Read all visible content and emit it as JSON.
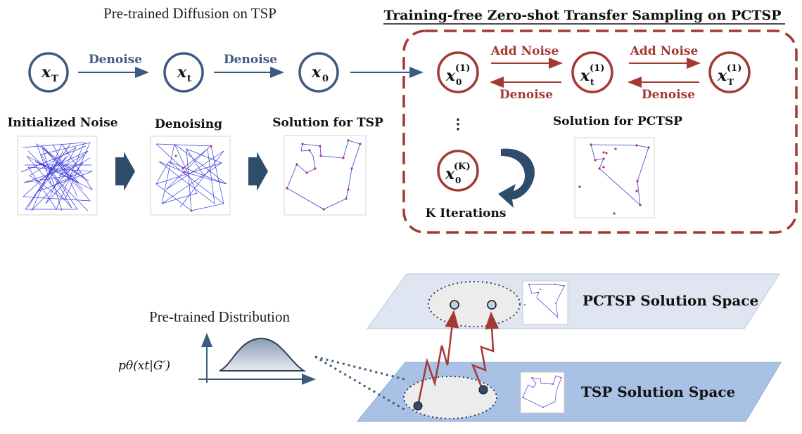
{
  "top": {
    "left_title": "Pre-trained Diffusion on TSP",
    "right_title": "Training-free Zero-shot Transfer Sampling on PCTSP"
  },
  "nodes": {
    "xT": {
      "base": "x",
      "sub": "T"
    },
    "xt": {
      "base": "x",
      "sub": "t"
    },
    "x0": {
      "base": "x",
      "sub": "0"
    },
    "x0_1": {
      "base": "x",
      "sub": "0",
      "sup": "(1)"
    },
    "xt_1": {
      "base": "x",
      "sub": "t",
      "sup": "(1)"
    },
    "xT_1": {
      "base": "x",
      "sub": "T",
      "sup": "(1)"
    },
    "x0_K": {
      "base": "x",
      "sub": "0",
      "sup": "(K)"
    }
  },
  "arrows": {
    "denoise": "Denoise",
    "add_noise": "Add Noise"
  },
  "captions": {
    "init_noise": "Initialized Noise",
    "denoising": "Denoising",
    "sol_tsp": "Solution for TSP",
    "sol_pctsp": "Solution for PCTSP",
    "k_iterations": "K Iterations",
    "ellipsis": "⋮"
  },
  "bottom": {
    "dist_title": "Pre-trained Distribution",
    "formula": "pθ(xt|G′)",
    "pctsp_space": "PCTSP Solution Space",
    "tsp_space": "TSP Solution Space"
  },
  "colors": {
    "blue_node": "#3d5a80",
    "red_node": "#a33a32",
    "graph_line": "#3b3bdc",
    "plane_top": "#dfe6f2",
    "plane_bottom": "#a9c1e4"
  }
}
